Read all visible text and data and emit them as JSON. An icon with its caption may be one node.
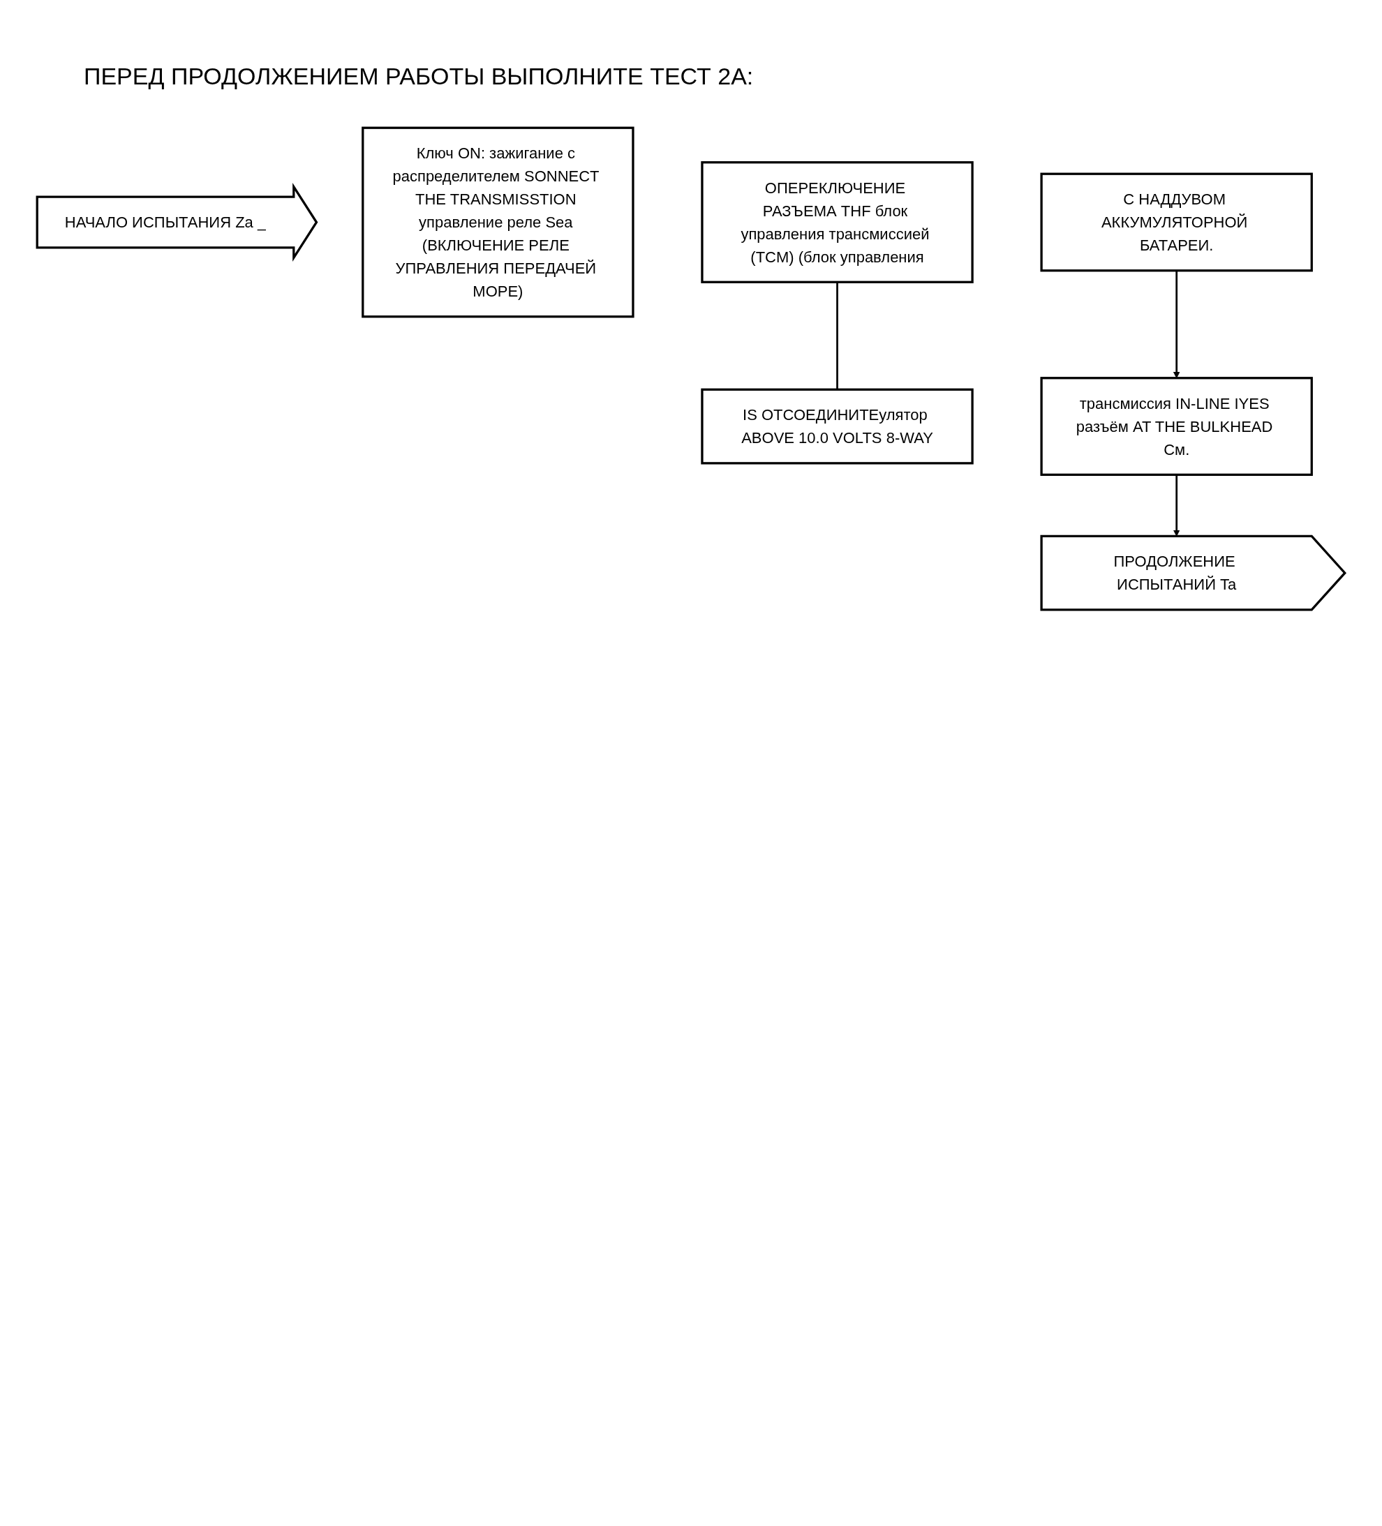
{
  "diagram": {
    "title": "ПЕРЕД ПРОДОЛЖЕНИЕМ РАБОТЫ ВЫПОЛНИТЕ ТЕСТ 2A:",
    "nodes": [
      {
        "text": [
          "НАЧАЛО ИСПЫТАНИЯ Za _"
        ]
      },
      {
        "text": [
          "Ключ ON: зажигание с распределителем SONNECT THE TRANSMISSTION управление реле Sea (ВКЛЮЧЕНИЕ РЕЛЕ УПРАВЛЕНИЯ ПЕРЕДАЧЕЙ МОРЕ)"
        ]
      },
      {
        "text": [
          "С НАДДУВОМ АККУМУЛЯТОРНОЙ БАТАРЕИ."
        ]
      },
      {
        "text": [
          "ОПЕРЕКЛЮЧЕНИЕ РАЗЪЕМА THF блок управления трансмиссией (TCM) (блок управления"
        ]
      },
      {
        "text": [
          "IS ОТСОЕДИНИТЕулятор ABOVE 10.0 VOLTS 8-WAY"
        ]
      },
      {
        "text": [
          "трансмиссия IN-LINE IYES разъём AT THE BULKHEAD См."
        ]
      },
      {
        "text": [
          "ПРОДОЛЖЕНИЕ ИСПЫТАНИЙ Ta"
        ]
      }
    ],
    "edges": [
      {
        "from": 2,
        "to": 5,
        "arrow": "to"
      },
      {
        "from": 3,
        "to": 4,
        "arrow": "none"
      },
      {
        "from": 5,
        "to": 6,
        "arrow": "to"
      }
    ]
  }
}
